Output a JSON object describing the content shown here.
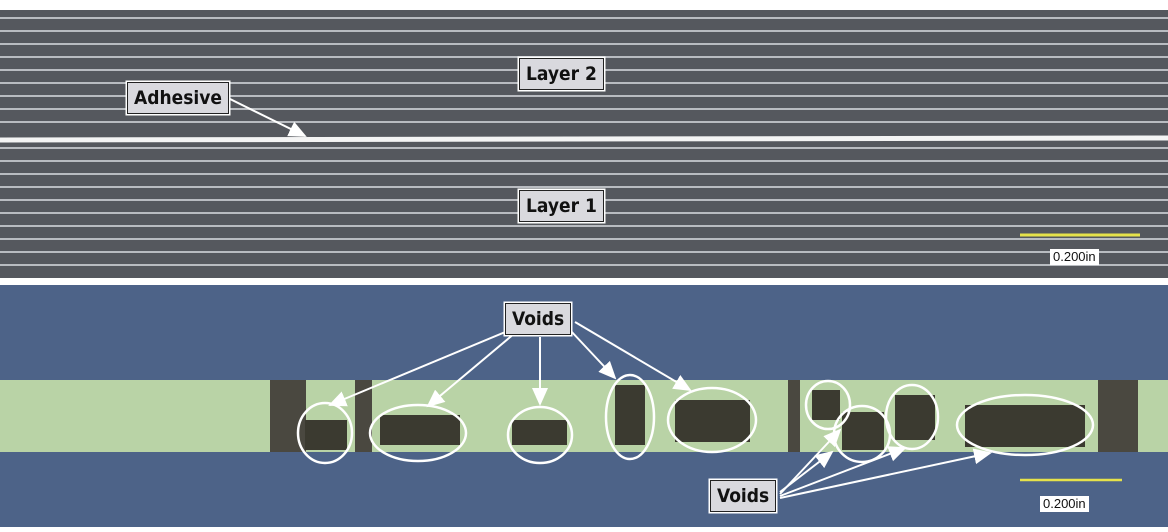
{
  "top_panel": {
    "labels": {
      "layer2": "Layer 2",
      "adhesive": "Adhesive",
      "layer1": "Layer 1"
    },
    "scale_label": "0.200in"
  },
  "bottom_panel": {
    "labels": {
      "voids_top": "Voids",
      "voids_bottom": "Voids"
    },
    "scale_label": "0.200in"
  },
  "colors": {
    "scale_bar": "#e6e24a",
    "background_top": "#4e5157",
    "background_bottom": "#4d6388",
    "laminate": "#b9d3a6"
  }
}
